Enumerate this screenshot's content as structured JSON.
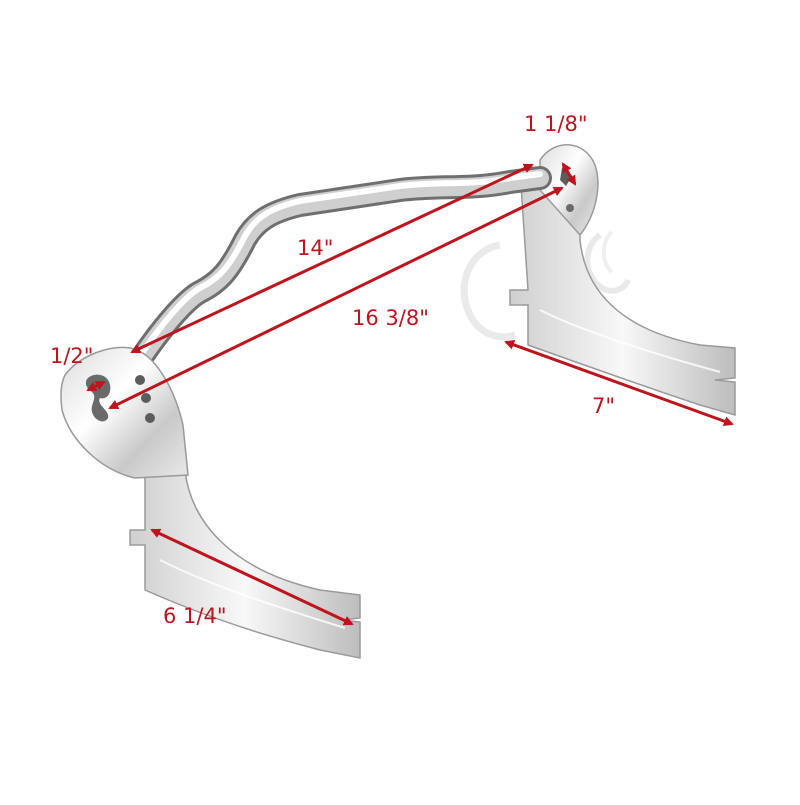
{
  "product": {
    "material": "chrome",
    "watermark": "C logo"
  },
  "dimensions": {
    "top_plate_width": "1 1/8\"",
    "inner_span": "14\"",
    "outer_span": "16 3/8\"",
    "left_plate_width": "1/2\"",
    "right_bracket_length": "7\"",
    "left_bracket_length": "6 1/4\""
  },
  "colors": {
    "annotation": "#c0141d",
    "chrome_light": "#f4f4f4",
    "chrome_dark": "#8e8e8e",
    "watermark": "#d8d8d8"
  }
}
